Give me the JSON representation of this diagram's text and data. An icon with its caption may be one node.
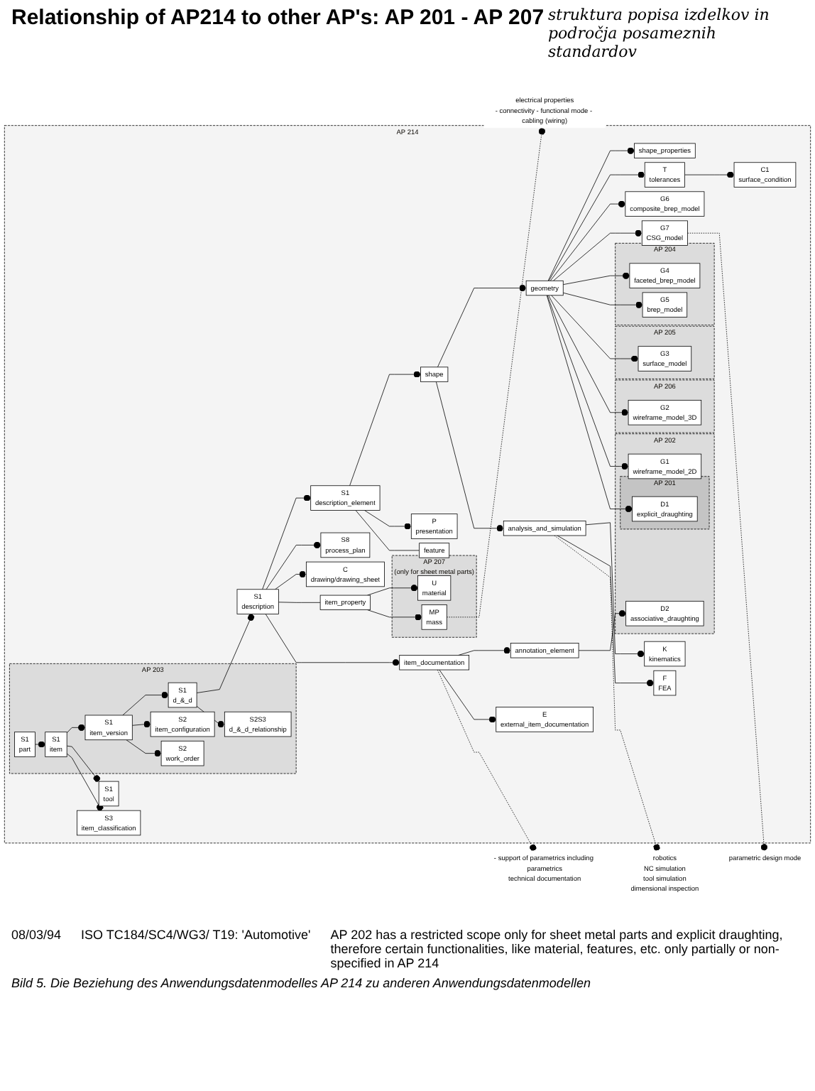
{
  "diagram": {
    "title": "Relationship of AP214 to other AP's: AP 201 - AP 207",
    "caption": "Bild 5. Die Beziehung des Anwendungsdatenmodelles AP 214 zu anderen Anwendungsdatenmodellen",
    "nodes": [
      {
        "text": [
          "AP 214"
        ]
      },
      {
        "text": [
          "AP 203"
        ],
        "in": 0
      },
      {
        "text": [
          "S1",
          "part"
        ],
        "in": 1
      },
      {
        "text": [
          "S1",
          "item"
        ],
        "in": 1
      },
      {
        "text": [
          "S1",
          "item_version"
        ],
        "in": 1
      },
      {
        "text": [
          "S1",
          "d_&_d"
        ],
        "in": 1
      },
      {
        "text": [
          "S2",
          "item_configuration"
        ],
        "in": 1
      },
      {
        "text": [
          "S2",
          "work_order"
        ],
        "in": 1
      },
      {
        "text": [
          "S2S3",
          "d_&_d_relationship"
        ],
        "in": 1
      },
      {
        "text": [
          "S1",
          "tool"
        ],
        "in": 0
      },
      {
        "text": [
          "S3",
          "item_classification"
        ],
        "in": 0
      },
      {
        "text": [
          "S8",
          "process_plan"
        ],
        "in": 0
      },
      {
        "text": [
          "C",
          "drawing/drawing_sheet"
        ],
        "in": 0
      },
      {
        "text": [
          "P",
          "presentation"
        ],
        "in": 0
      },
      {
        "text": [
          "S1",
          "description"
        ],
        "in": 0
      },
      {
        "text": [
          "S1",
          "description_element"
        ],
        "in": 0
      },
      {
        "text": [
          "shape"
        ],
        "in": 0
      },
      {
        "text": [
          "geometry"
        ],
        "in": 0
      },
      {
        "text": [
          "item_property"
        ],
        "in": 0
      },
      {
        "text": [
          "feature"
        ],
        "in": 0
      },
      {
        "text": [
          "AP 207",
          "(only for sheet metal parts)"
        ],
        "in": 0
      },
      {
        "text": [
          "U",
          "material"
        ],
        "in": 20
      },
      {
        "text": [
          "MP",
          "mass"
        ],
        "in": 20
      },
      {
        "text": [
          "item_documentation"
        ],
        "in": 0
      },
      {
        "text": [
          "E",
          "external_item_documentation"
        ],
        "in": 0
      },
      {
        "text": [
          "annotation_element"
        ],
        "in": 0
      },
      {
        "text": [
          "analysis_and_simulation"
        ],
        "in": 0
      },
      {
        "text": [
          "K",
          "kinematics"
        ],
        "in": 0
      },
      {
        "text": [
          "F",
          "FEA"
        ],
        "in": 0
      },
      {
        "text": [
          "shape_properties"
        ],
        "in": 0
      },
      {
        "text": [
          "C1",
          "surface_condition"
        ],
        "in": 0
      },
      {
        "text": [
          "T",
          "tolerances"
        ],
        "in": 0
      },
      {
        "text": [
          "G6",
          "composite_brep_model"
        ],
        "in": 0
      },
      {
        "text": [
          "G7",
          "CSG_model"
        ],
        "in": 0
      },
      {
        "text": [
          "AP 204"
        ],
        "in": 0
      },
      {
        "text": [
          "G4",
          "faceted_brep_model"
        ],
        "in": 34
      },
      {
        "text": [
          "G5",
          "brep_model"
        ],
        "in": 34
      },
      {
        "text": [
          "AP 205"
        ],
        "in": 0
      },
      {
        "text": [
          "G3",
          "surface_model"
        ],
        "in": 37
      },
      {
        "text": [
          "AP 206"
        ],
        "in": 0
      },
      {
        "text": [
          "G2",
          "wireframe_model_3D"
        ],
        "in": 39
      },
      {
        "text": [
          "AP 202"
        ],
        "in": 0
      },
      {
        "text": [
          "G1",
          "wireframe_model_2D"
        ],
        "in": 41
      },
      {
        "text": [
          "D2",
          "associative_draughting"
        ],
        "in": 41
      },
      {
        "text": [
          "AP 201"
        ],
        "in": 41
      },
      {
        "text": [
          "D1",
          "explicit_draughting"
        ],
        "in": 44
      },
      {
        "text": [
          "robotics",
          "NC simulation",
          "tool simulation",
          "dimensional inspection"
        ]
      },
      {
        "text": [
          "parametric design mode"
        ]
      },
      {
        "text": [
          "electrical properties",
          "- connectivity - functional mode - cabling (wiring)"
        ]
      },
      {
        "text": [
          "- support of parametrics including parametrics",
          "technical documentation"
        ]
      }
    ],
    "edges": [
      {
        "from": 2,
        "to": 3,
        "arrow": "other"
      },
      {
        "from": 3,
        "to": 4,
        "arrow": "other"
      },
      {
        "from": 4,
        "to": 5,
        "arrow": "other"
      },
      {
        "from": 5,
        "to": 14,
        "arrow": "other"
      },
      {
        "from": 14,
        "to": 15,
        "arrow": "other"
      },
      {
        "from": 15,
        "to": 16,
        "arrow": "other"
      },
      {
        "from": 16,
        "to": 17,
        "arrow": "other"
      },
      {
        "from": 4,
        "to": 6,
        "arrow": "other"
      },
      {
        "from": 4,
        "to": 7,
        "arrow": "other"
      },
      {
        "from": 5,
        "to": 8,
        "arrow": "other"
      },
      {
        "from": 3,
        "to": 9,
        "arrow": "other"
      },
      {
        "from": 3,
        "to": 10,
        "arrow": "other"
      },
      {
        "from": 14,
        "to": 11,
        "arrow": "other"
      },
      {
        "from": 14,
        "to": 12,
        "arrow": "other"
      },
      {
        "from": 15,
        "to": 13,
        "arrow": "other"
      },
      {
        "from": 14,
        "to": 18,
        "arrow": "none"
      },
      {
        "from": 18,
        "to": 21,
        "arrow": "other"
      },
      {
        "from": 18,
        "to": 22,
        "arrow": "other"
      },
      {
        "from": 15,
        "to": 19,
        "arrow": "none"
      },
      {
        "from": 14,
        "to": 23,
        "arrow": "other"
      },
      {
        "from": 23,
        "to": 25,
        "arrow": "other"
      },
      {
        "from": 23,
        "to": 24,
        "arrow": "other"
      },
      {
        "from": 25,
        "to": 43,
        "arrow": "other"
      },
      {
        "from": 16,
        "to": 26,
        "arrow": "other"
      },
      {
        "from": 26,
        "to": 27,
        "arrow": "other"
      },
      {
        "from": 26,
        "to": 28,
        "arrow": "other"
      },
      {
        "from": 17,
        "to": 29,
        "arrow": "other"
      },
      {
        "from": 17,
        "to": 31,
        "arrow": "other"
      },
      {
        "from": 31,
        "to": 30,
        "arrow": "other"
      },
      {
        "from": 17,
        "to": 32,
        "arrow": "other"
      },
      {
        "from": 17,
        "to": 33,
        "arrow": "other"
      },
      {
        "from": 17,
        "to": 35,
        "arrow": "other"
      },
      {
        "from": 17,
        "to": 36,
        "arrow": "other"
      },
      {
        "from": 17,
        "to": 38,
        "arrow": "other"
      },
      {
        "from": 17,
        "to": 40,
        "arrow": "other"
      },
      {
        "from": 17,
        "to": 42,
        "arrow": "other"
      },
      {
        "from": 17,
        "to": 45,
        "arrow": "other"
      },
      {
        "from": 26,
        "to": 46,
        "arrow": "other",
        "style": "dashed"
      },
      {
        "from": 33,
        "to": 47,
        "arrow": "other",
        "style": "dashed"
      },
      {
        "from": 22,
        "to": 48,
        "arrow": "other",
        "style": "dashed"
      },
      {
        "from": 23,
        "to": 49,
        "arrow": "other",
        "style": "dashed"
      }
    ],
    "labels": [
      "08/03/94",
      "ISO TC184/SC4/WG3/ T19: 'Automotive'",
      "AP 202 has a restricted scope only for sheet metal parts and explicit draughting, therefore certain functionalities, like material, features, etc. only partially or non-specified in AP 214",
      "struktura popisa izdelkov in področja posameznih standardov"
    ]
  }
}
